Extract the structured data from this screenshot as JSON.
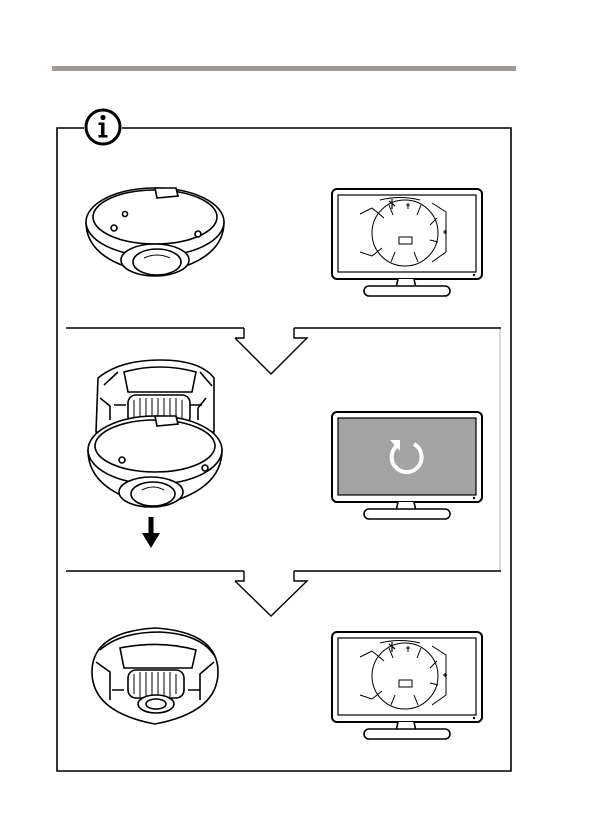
{
  "page": {
    "background": "#ffffff"
  },
  "header": {
    "rule_color": "#a39791"
  },
  "figure": {
    "stroke_color": "#000000",
    "screen_off_color": "#a3a3a3",
    "icons": {
      "notice": "info-icon",
      "step_separator": "chevron-down-icon",
      "detach_direction": "arrow-down-icon",
      "restart": "refresh-icon"
    },
    "rows": [
      {
        "camera": "camera-assembled",
        "monitor_state": "live-view"
      },
      {
        "camera": "camera-separating",
        "monitor_state": "restarting"
      },
      {
        "camera": "camera-cover-removed",
        "monitor_state": "live-view"
      }
    ]
  }
}
